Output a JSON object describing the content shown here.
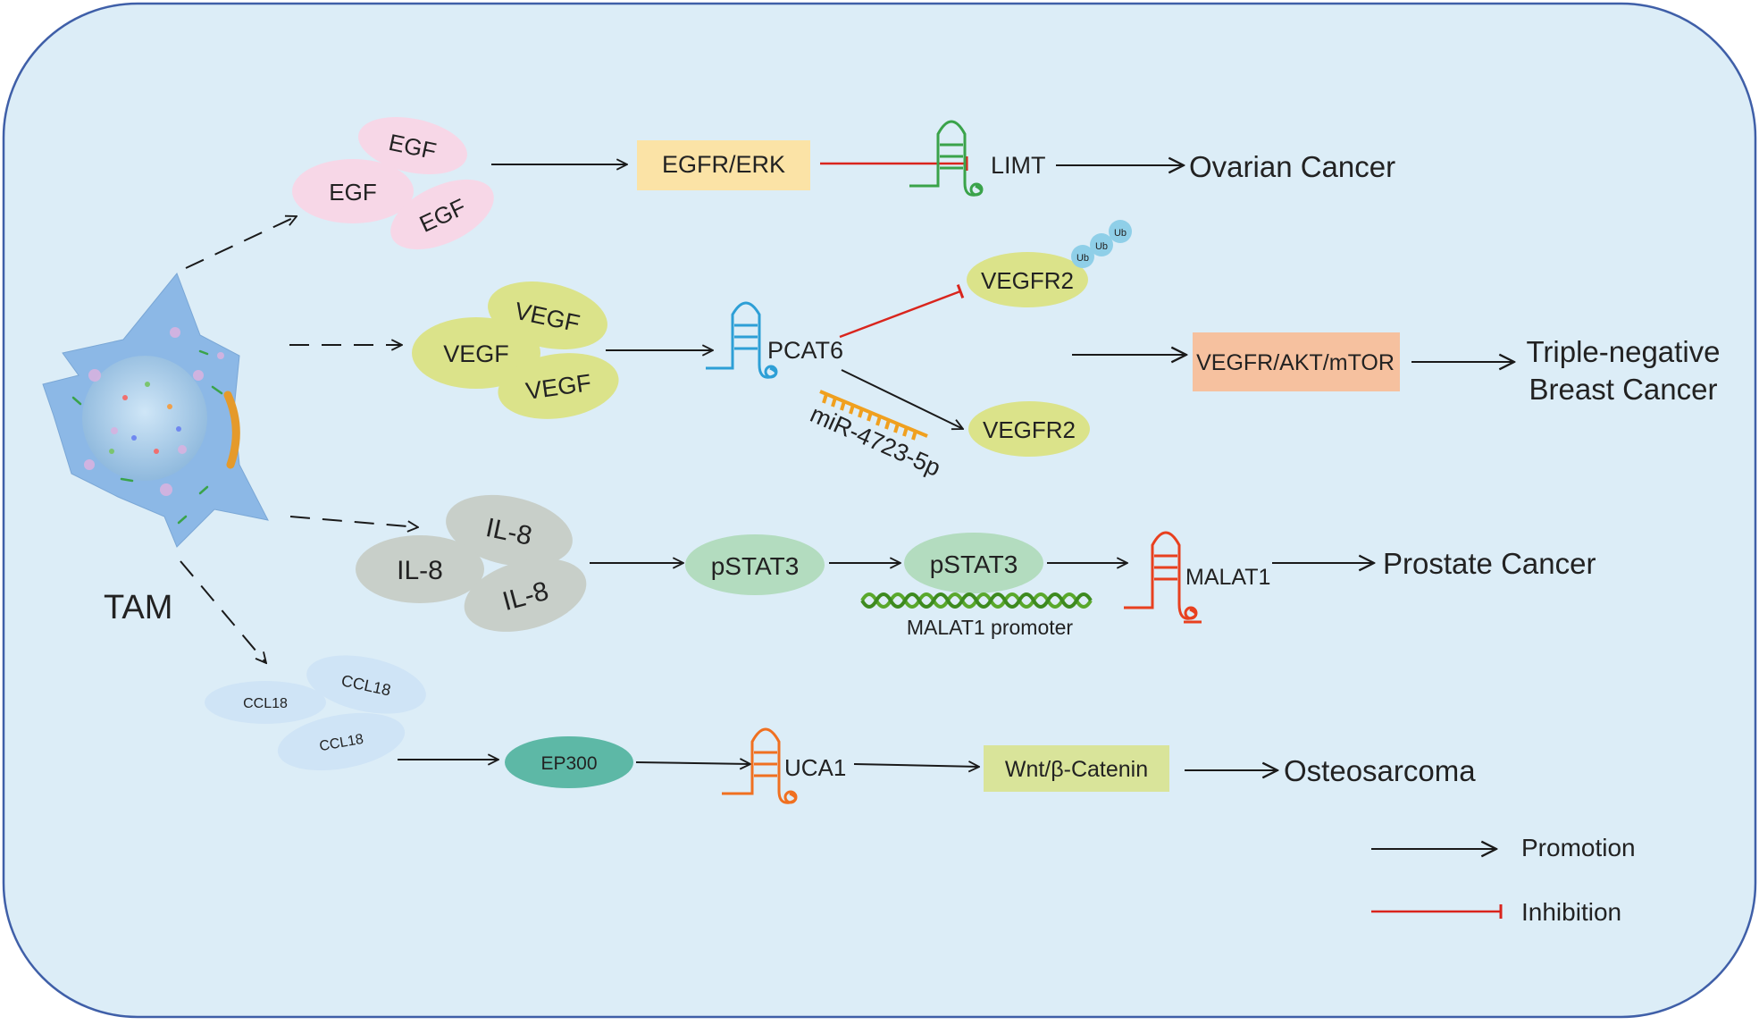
{
  "diagram": {
    "cell_label": "TAM",
    "egf": {
      "molecules": [
        "EGF",
        "EGF",
        "EGF"
      ],
      "pathway": "EGFR/ERK",
      "lncrna": "LIMT",
      "cancer": "Ovarian Cancer"
    },
    "vegf": {
      "molecules": [
        "VEGF",
        "VEGF",
        "VEGF"
      ],
      "lncrna": "PCAT6",
      "receptor_top": "VEGFR2",
      "ubiquitin": [
        "Ub",
        "Ub",
        "Ub"
      ],
      "mirna": "miR-4723-5p",
      "receptor_bottom": "VEGFR2",
      "pathway": "VEGFR/AKT/mTOR",
      "cancer_line1": "Triple-negative",
      "cancer_line2": "Breast Cancer"
    },
    "il8": {
      "molecules": [
        "IL-8",
        "IL-8",
        "IL-8"
      ],
      "factor1": "pSTAT3",
      "factor2": "pSTAT3",
      "promoter": "MALAT1 promoter",
      "lncrna": "MALAT1",
      "cancer": "Prostate Cancer"
    },
    "ccl18": {
      "molecules": [
        "CCL18",
        "CCL18",
        "CCL18"
      ],
      "factor": "EP300",
      "lncrna": "UCA1",
      "pathway": "Wnt/β-Catenin",
      "cancer": "Osteosarcoma"
    }
  },
  "legend": {
    "promotion": "Promotion",
    "inhibition": "Inhibition"
  },
  "colors": {
    "background": "#dcedf7",
    "frame": "#3f5fa8",
    "cell": "#8cb8e6",
    "egf": "#f7d7e7",
    "vegf": "#dbe38a",
    "il8": "#c8cfc9",
    "ccl18": "#cfe4f6",
    "pstat3": "#b3dcbf",
    "ep300": "#5db8a6",
    "egfr_box": "#fbe3a6",
    "vegfr_box": "#f6c19f",
    "wnt_box": "#d9e49a",
    "inhibition": "#d9251d",
    "promotion": "#1a1a1a"
  }
}
